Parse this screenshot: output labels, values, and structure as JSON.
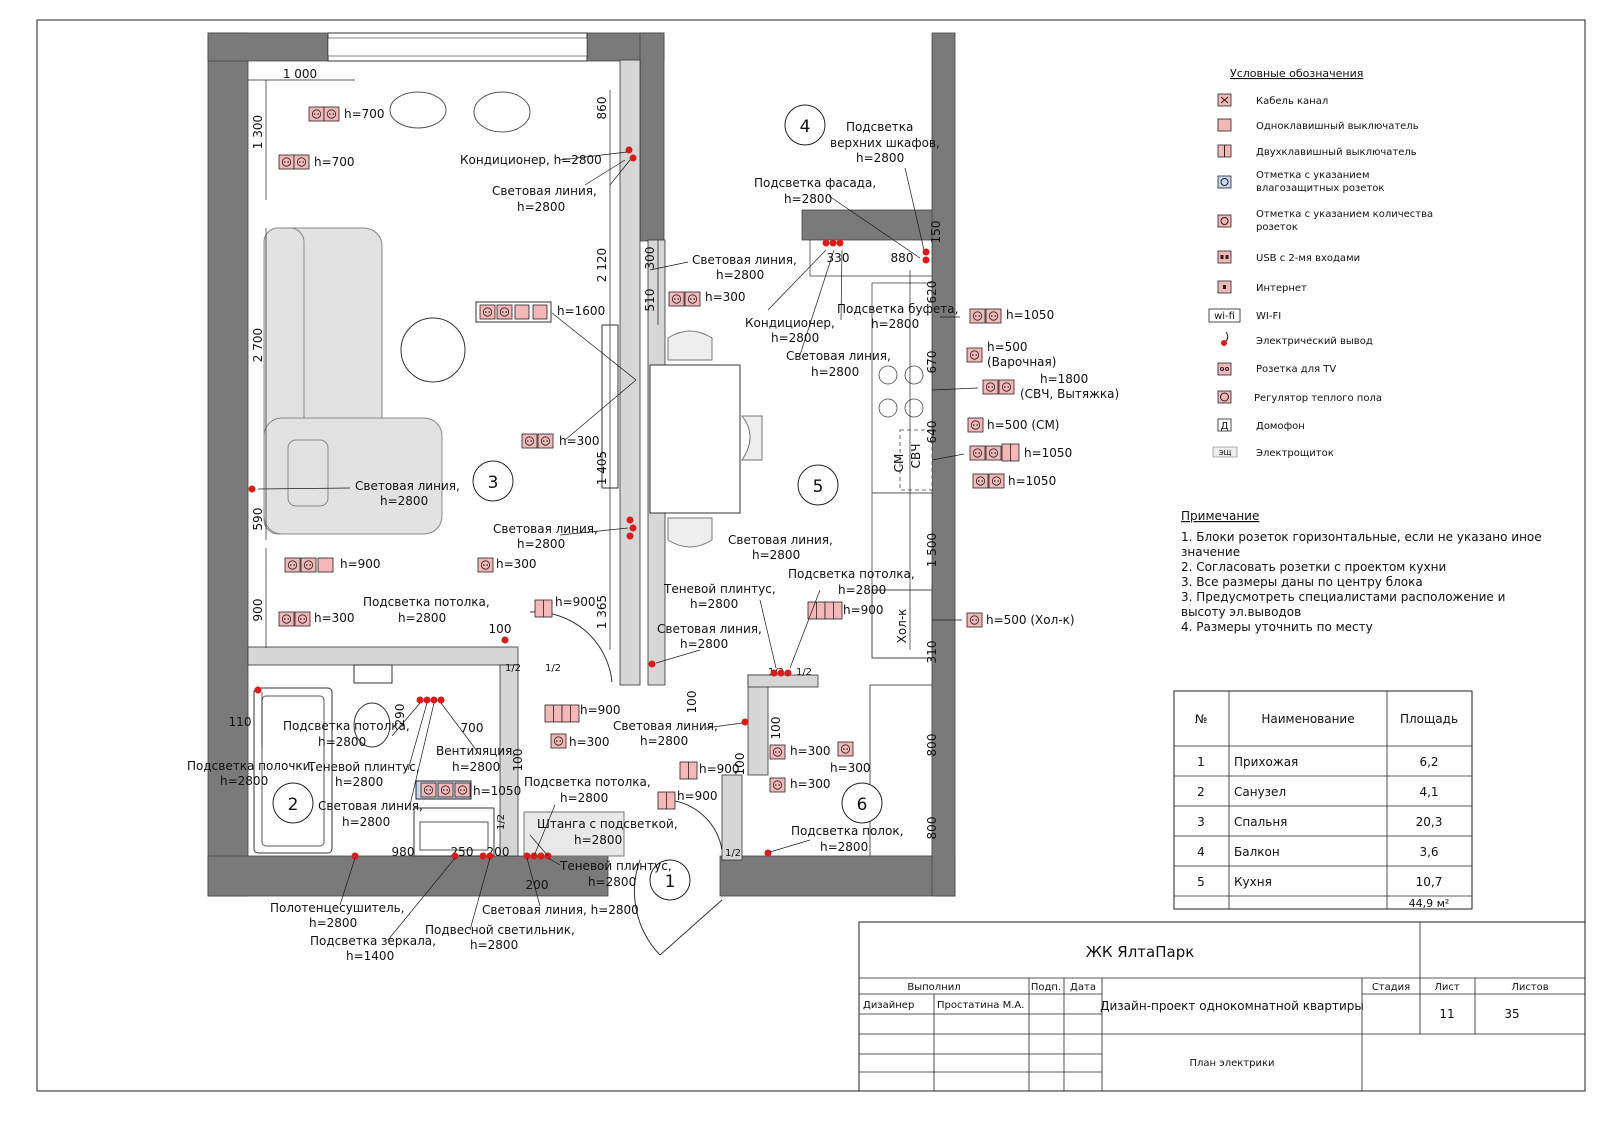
{
  "legend": {
    "title": "Условные обозначения",
    "items": [
      {
        "icon": "cable-channel-icon",
        "label": "Кабель канал"
      },
      {
        "icon": "single-switch-icon",
        "label": "Одноклавишный выключатель"
      },
      {
        "icon": "double-switch-icon",
        "label": "Двухклавишный выключатель"
      },
      {
        "icon": "waterproof-socket-icon",
        "label1": "Отметка с указанием",
        "label2": "влагозащитных розеток"
      },
      {
        "icon": "socket-icon",
        "label1": "Отметка с указанием количества",
        "label2": "розеток"
      },
      {
        "icon": "usb-icon",
        "label": "USB с 2-мя входами"
      },
      {
        "icon": "internet-icon",
        "label": "Интернет"
      },
      {
        "icon": "wifi-icon",
        "label": "WI-FI",
        "tag": "wi-fi"
      },
      {
        "icon": "electric-outlet-icon",
        "label": "Электрический вывод"
      },
      {
        "icon": "tv-socket-icon",
        "label": "Розетка для TV"
      },
      {
        "icon": "floor-heating-icon",
        "label": "Регулятор теплого пола"
      },
      {
        "icon": "intercom-icon",
        "label": "Домофон",
        "tag": "Д"
      },
      {
        "icon": "panel-icon",
        "label": "Электрощиток",
        "tag": "ЭЩ"
      }
    ]
  },
  "notes": {
    "title": "Примечание",
    "lines": [
      "1. Блоки розеток горизонтальные, если не указано иное",
      "значение",
      "2. Согласовать розетки с проектом кухни",
      "3. Все размеры даны по центру блока",
      "3. Предусмотреть специалистами расположение и",
      "высоту эл.выводов",
      "4. Размеры уточнить по месту"
    ]
  },
  "area_table": {
    "headers": [
      "№",
      "Наименование",
      "Площадь"
    ],
    "rows": [
      [
        "1",
        "Прихожая",
        "6,2"
      ],
      [
        "2",
        "Санузел",
        "4,1"
      ],
      [
        "3",
        "Спальня",
        "20,3"
      ],
      [
        "4",
        "Балкон",
        "3,6"
      ],
      [
        "5",
        "Кухня",
        "10,7"
      ]
    ],
    "total": "44,9 м²"
  },
  "title_block": {
    "project": "ЖК ЯлтаПарк",
    "col_done": "Выполнил",
    "col_sign": "Подп.",
    "col_date": "Дата",
    "role": "Дизайнер",
    "person": "Простатина М.А.",
    "description": "Дизайн-проект однокомнатной квартиры",
    "col_stage": "Стадия",
    "col_sheet": "Лист",
    "col_sheets": "Листов",
    "sheet": "11",
    "sheets": "35",
    "drawing": "План электрики"
  },
  "rooms": [
    "1",
    "2",
    "3",
    "4",
    "5",
    "6"
  ],
  "dimensions": [
    "1 000",
    "1 300",
    "2 700",
    "590",
    "900",
    "860",
    "2 120",
    "300",
    "510",
    "1 405",
    "1 365",
    "100",
    "1/2",
    "1/2",
    "110",
    "290",
    "700",
    "100",
    "980",
    "250",
    "200",
    "1/2",
    "200",
    "330",
    "880",
    "150",
    "620",
    "670",
    "640",
    "1 500",
    "310",
    "100",
    "1/2",
    "1/2",
    "100",
    "100",
    "1/2",
    "800",
    "800"
  ],
  "annotations": [
    "h=700",
    "h=700",
    "Кондиционер, h=2800",
    "Световая линия,",
    "h=2800",
    "h=1600",
    "h=300",
    "Световая линия,",
    "h=2800",
    "h=900",
    "h=300",
    "h=300",
    "Подсветка потолка,",
    "h=2800",
    "h=900",
    "Световая линия,",
    "h=2800",
    "Световая линия,",
    "h=2800",
    "h=300",
    "Кондиционер,",
    "h=2800",
    "Световая линия,",
    "h=2800",
    "Подсветка",
    "верхних шкафов,",
    "h=2800",
    "Подсветка фасада,",
    "h=2800",
    "Подсветка буфета,",
    "h=2800",
    "h=1050",
    "h=500",
    "(Варочная)",
    "h=1800",
    "(СВЧ, Вытяжка)",
    "h=500 (СМ)",
    "h=1050",
    "h=1050",
    "h=500 (Хол-к)",
    "Световая линия,",
    "h=2800",
    "Теневой плинтус,",
    "h=2800",
    "Подсветка потолка,",
    "h=2800",
    "h=900",
    "Световая линия,",
    "h=2800",
    "Подсветка потолка,",
    "h=2800",
    "Подсветка полочки,",
    "h=2800",
    "Теневой плинтус,",
    "h=2800",
    "Вентиляция,",
    "h=2800",
    "Световая линия,",
    "h=2800",
    "h=1050",
    "h=900",
    "h=300",
    "Световая линия,",
    "h=2800",
    "h=900",
    "h=900",
    "h=300",
    "h=300",
    "h=300",
    "Подсветка потолка,",
    "h=2800",
    "Штанга с подсветкой,",
    "h=2800",
    "Теневой плинтус,",
    "h=2800",
    "Подсветка полок,",
    "h=2800",
    "Полотенцесушитель,",
    "h=2800",
    "Подсветка зеркала,",
    "h=1400",
    "Подвесной светильник,",
    "h=2800",
    "Световая линия, h=2800"
  ],
  "fixtures": [
    "СМ",
    "СВЧ",
    "Хол-к"
  ],
  "colors": {
    "wall": "#7a7a7a",
    "socket_fill": "#f4b8b8",
    "marker": "#d81c1c",
    "line": "#1a1a1a"
  }
}
